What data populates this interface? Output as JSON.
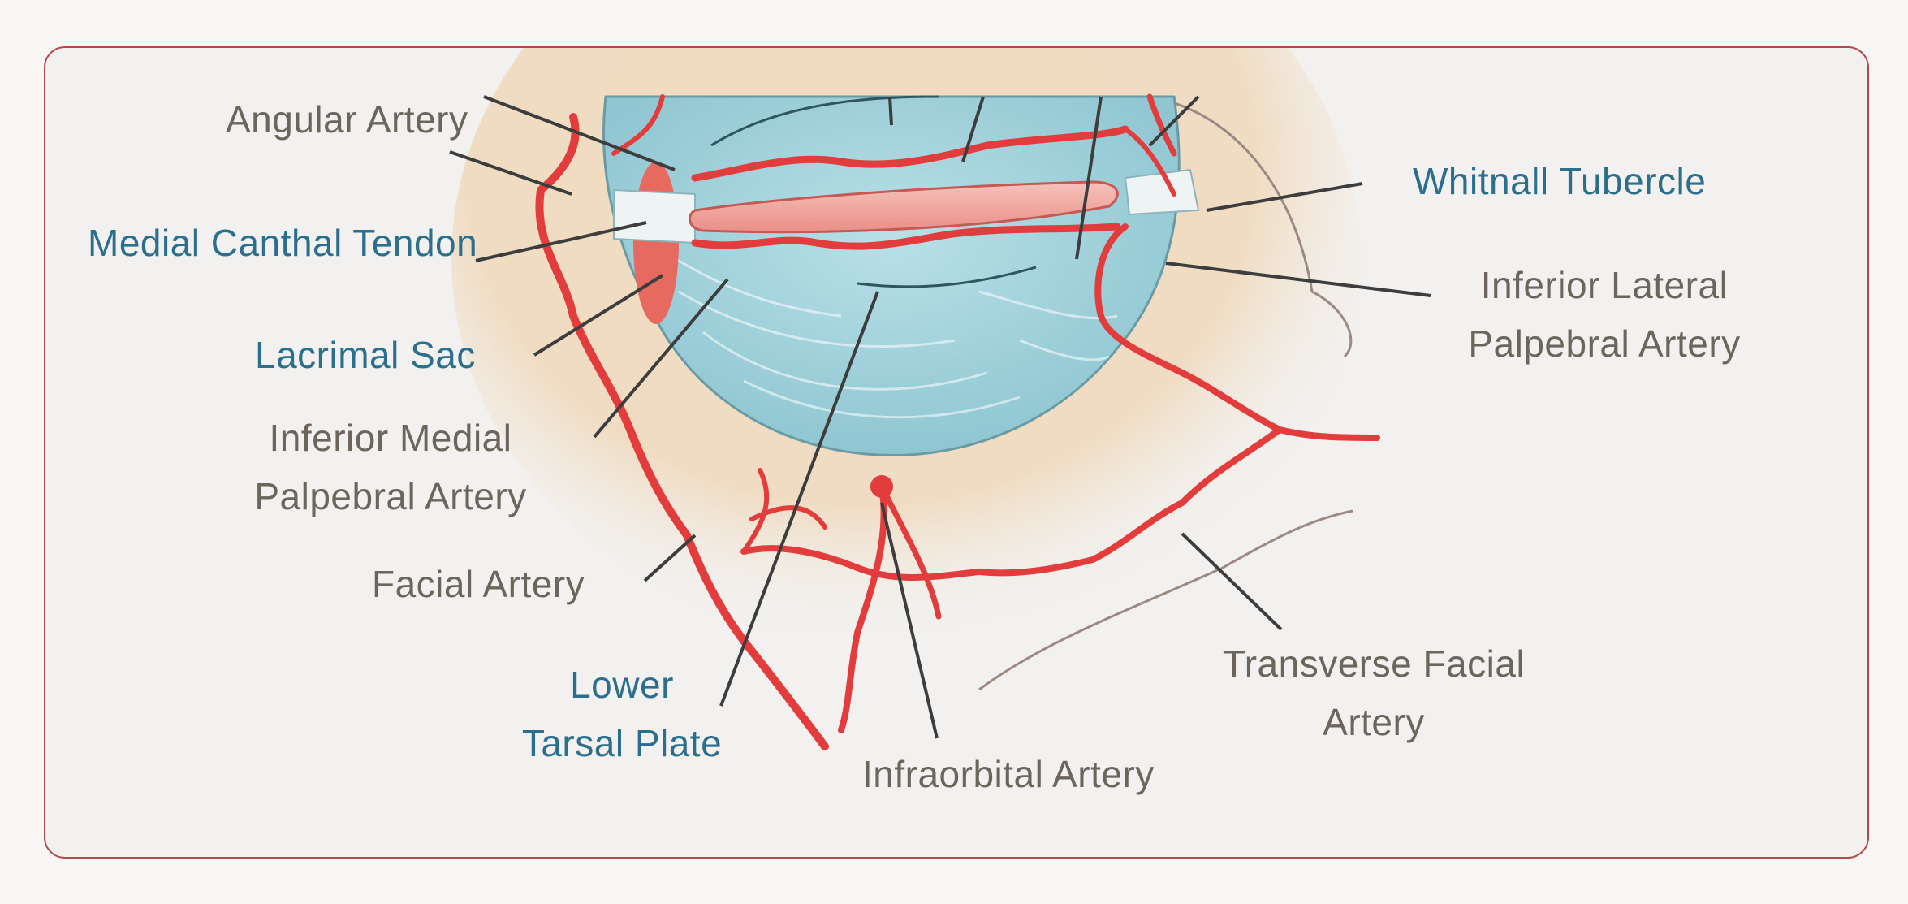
{
  "diagram": {
    "labels": {
      "angular_artery": "Angular Artery",
      "medial_canthal_tendon": "Medial Canthal Tendon",
      "lacrimal_sac": "Lacrimal Sac",
      "inferior_medial_palpebral_artery_1": "Inferior Medial",
      "inferior_medial_palpebral_artery_2": "Palpebral Artery",
      "facial_artery": "Facial Artery",
      "lower_tarsal_plate_1": "Lower",
      "lower_tarsal_plate_2": "Tarsal Plate",
      "infraorbital_artery": "Infraorbital Artery",
      "transverse_facial_artery_1": "Transverse Facial",
      "transverse_facial_artery_2": "Artery",
      "inferior_lateral_palpebral_artery_1": "Inferior Lateral",
      "inferior_lateral_palpebral_artery_2": "Palpebral Artery",
      "whitnall_tubercle": "Whitnall Tubercle"
    },
    "colors": {
      "frame_border": "#b7474c",
      "label_gray": "#6b655c",
      "label_blue": "#2b6f8d",
      "artery_red": "#e23c3c",
      "globe_blue": "#a9d6de",
      "skin": "#f1dcc0",
      "leader_line": "#3d3d3d"
    }
  }
}
